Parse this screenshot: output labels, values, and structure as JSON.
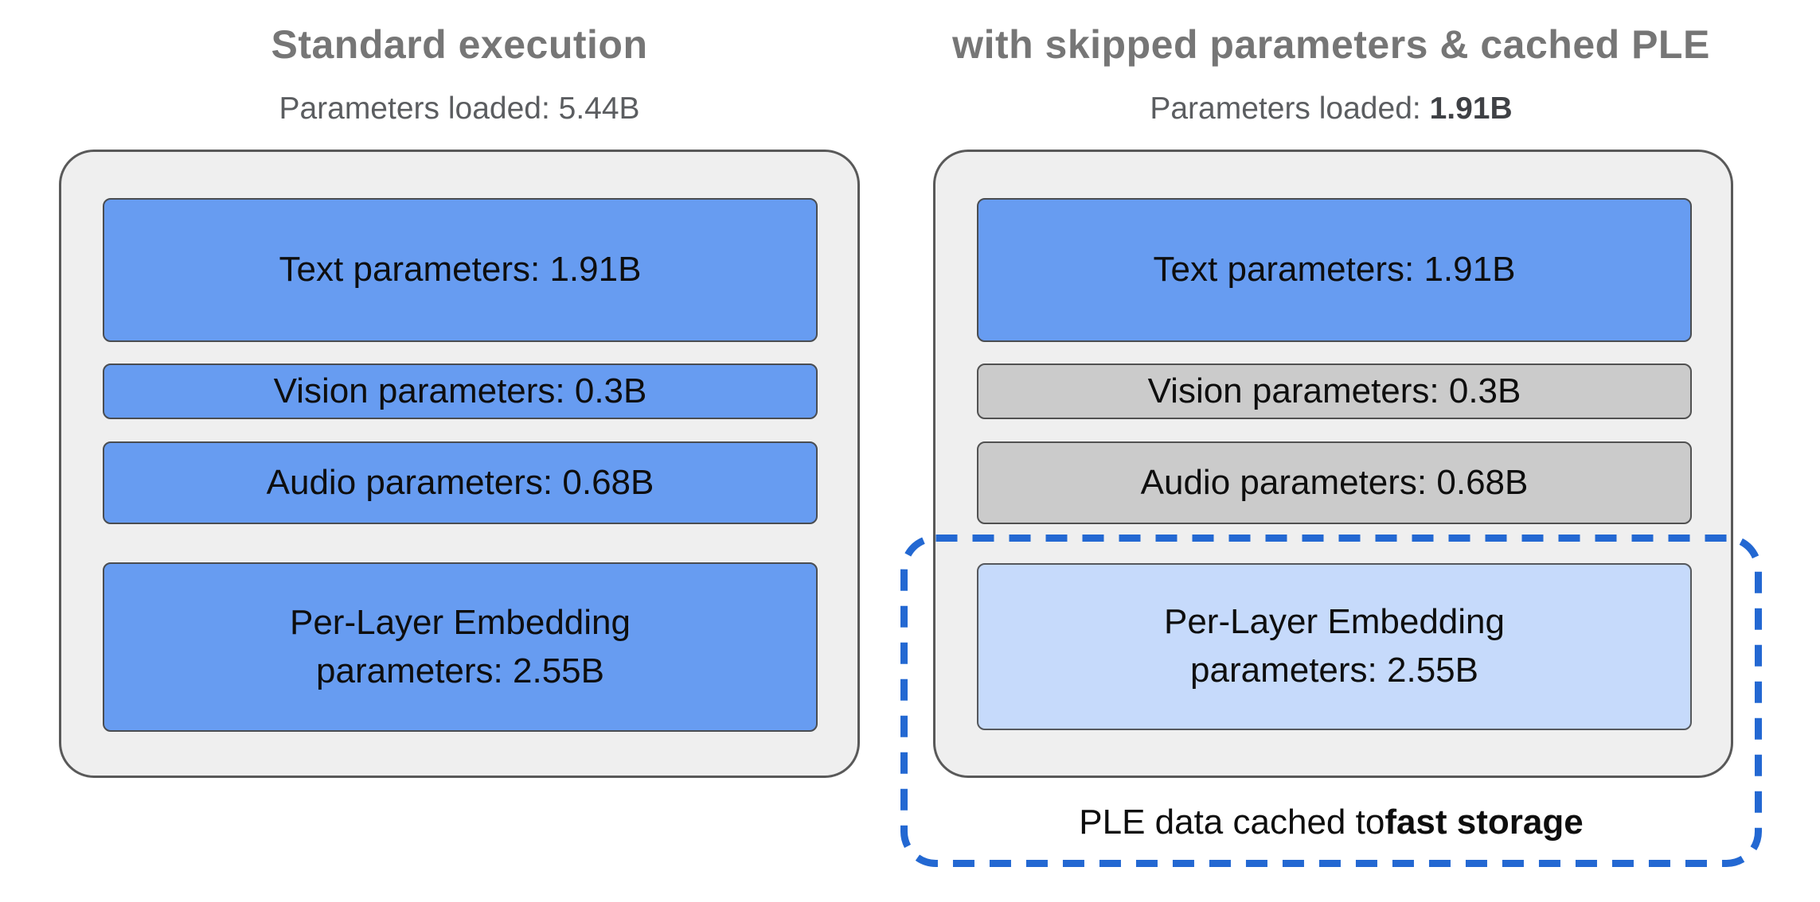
{
  "colors": {
    "page_bg": "#ffffff",
    "title_gray": "#767676",
    "subtitle_gray": "#5b5d60",
    "subtitle_strong": "#3f4145",
    "container_fill": "#efefef",
    "container_border": "#595959",
    "box_blue": "#679cf1",
    "box_blue_border": "#4a4d51",
    "box_gray": "#cbcbcb",
    "box_gray_border": "#515151",
    "box_lightblue": "#c6dafb",
    "box_lightblue_border": "#55585c",
    "box_text": "#0e0e0e",
    "dashed_blue": "#2368d2"
  },
  "left_panel": {
    "title": "Standard execution",
    "subtitle_label": "Parameters loaded: ",
    "subtitle_value": "5.44B",
    "boxes": {
      "text": {
        "label": "Text parameters: 1.91B"
      },
      "vision": {
        "label": "Vision parameters: 0.3B"
      },
      "audio": {
        "label": "Audio parameters: 0.68B"
      },
      "ple": {
        "label_line1": "Per-Layer Embedding",
        "label_line2": "parameters: 2.55B"
      }
    }
  },
  "right_panel": {
    "title": "with skipped parameters & cached PLE",
    "subtitle_label": "Parameters loaded: ",
    "subtitle_value": "1.91B",
    "boxes": {
      "text": {
        "label": "Text parameters: 1.91B"
      },
      "vision": {
        "label": "Vision parameters: 0.3B"
      },
      "audio": {
        "label": "Audio parameters: 0.68B"
      },
      "ple": {
        "label_line1": "Per-Layer Embedding",
        "label_line2": "parameters: 2.55B"
      }
    },
    "caption_prefix": "PLE data cached to ",
    "caption_bold": "fast storage"
  }
}
